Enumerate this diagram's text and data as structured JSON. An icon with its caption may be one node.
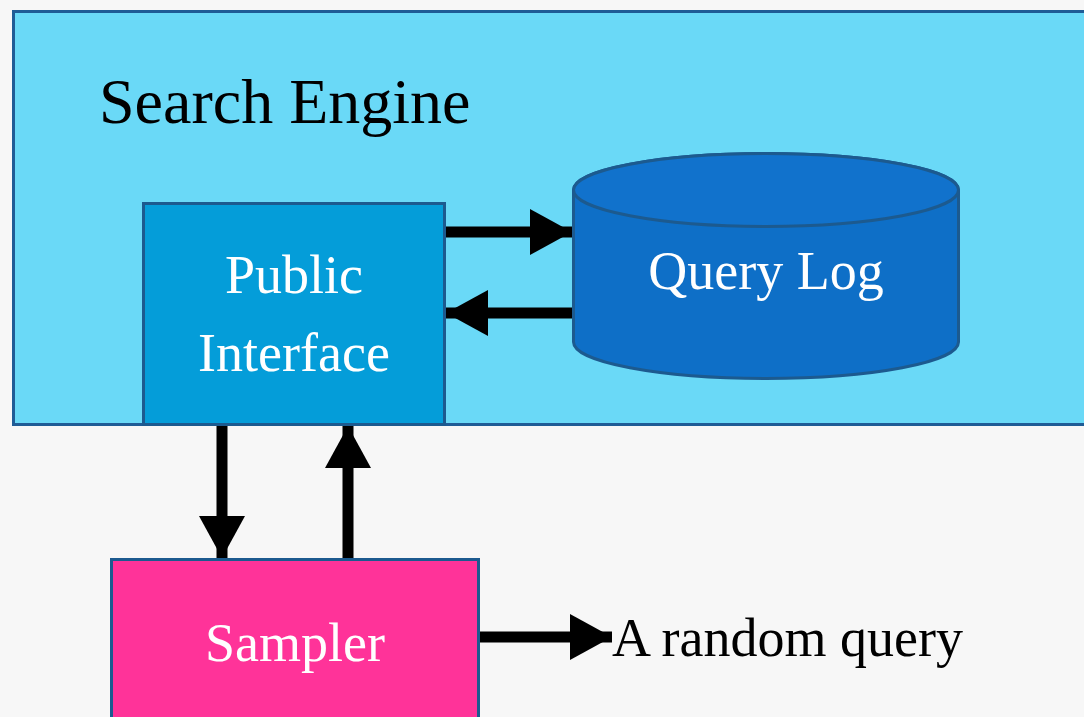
{
  "diagram": {
    "nodes": [
      {
        "text": [
          "Search Engine"
        ]
      },
      {
        "text": [
          "Public Interface"
        ],
        "in": 0
      },
      {
        "text": [
          "Query Log"
        ],
        "in": 0
      },
      {
        "text": [
          "Sampler"
        ]
      },
      {
        "text": [
          "A random query"
        ]
      }
    ],
    "edges": [
      {
        "from": 1,
        "to": 2,
        "arrow": "to"
      },
      {
        "from": 2,
        "to": 1,
        "arrow": "to"
      },
      {
        "from": 1,
        "to": 3,
        "arrow": "to"
      },
      {
        "from": 3,
        "to": 1,
        "arrow": "to"
      },
      {
        "from": 3,
        "to": 4,
        "arrow": "to"
      }
    ]
  }
}
